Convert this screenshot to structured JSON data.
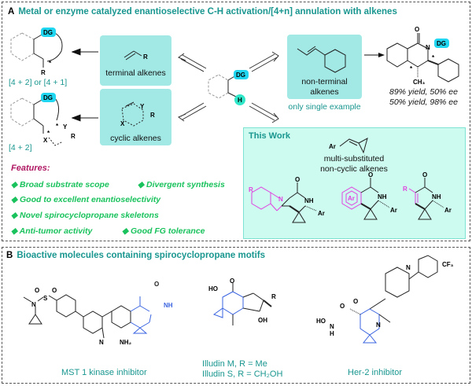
{
  "panel_a": {
    "letter": "A",
    "title": "Metal or enzyme catalyzed enantioselective C-H activation/[4+n] annulation with alkenes",
    "product_top_label": "[4 + 2] or [4 + 1]",
    "product_bottom_label": "[4 + 2]",
    "terminal_box_label": "terminal alkenes",
    "cyclic_box_label": "cyclic alkenes",
    "non_terminal_box_label_1": "non-terminal",
    "non_terminal_box_label_2": "alkenes",
    "non_terminal_note": "only single example",
    "result_line_1": "89% yield, 50% ee",
    "result_line_2": "50% yield, 98% ee",
    "substrate_dg": "DG",
    "substrate_h": "H",
    "atoms": {
      "dg": "DG",
      "r": "R",
      "x": "X",
      "y": "Y",
      "star": "*",
      "o": "O",
      "n": "N",
      "ch3": "CH₃",
      "ar": "Ar",
      "nh": "NH"
    },
    "features": {
      "heading": "Features:",
      "items": [
        "Broad substrate scope",
        "Divergent synthesis",
        "Good to excellent enantioselectivity",
        "Novel spirocyclopropane skeletons",
        "Anti-tumor activity",
        "Good FG tolerance"
      ]
    },
    "this_work": {
      "heading": "This Work",
      "label_1": "multi-substituted",
      "label_2": "non-cyclic alkenes"
    }
  },
  "panel_b": {
    "letter": "B",
    "title": "Bioactive molecules containing spirocyclopropane motifs",
    "molecules": [
      {
        "name": "MST 1 kinase inhibitor"
      },
      {
        "name": "Illudin M, R = Me",
        "name_2": "Illudin S, R = CH₂OH"
      },
      {
        "name": "Her-2 inhibitor"
      }
    ],
    "atoms": {
      "o": "O",
      "s": "S",
      "n": "N",
      "nh": "NH",
      "nh2": "NH₂",
      "ho": "HO",
      "oh": "OH",
      "r": "R",
      "h": "H",
      "cf3": "CF₃"
    }
  },
  "colors": {
    "title_teal": "#19968f",
    "box_cyan": "#a2e9e6",
    "this_work_bg": "#cdfbef",
    "dg_badge": "#21d6f0",
    "h_badge": "#2fe6c8",
    "feature_green": "#19c25c",
    "feature_heading": "#b01a64",
    "spiro_blue": "#3a64e0",
    "magenta": "#e040e0"
  }
}
